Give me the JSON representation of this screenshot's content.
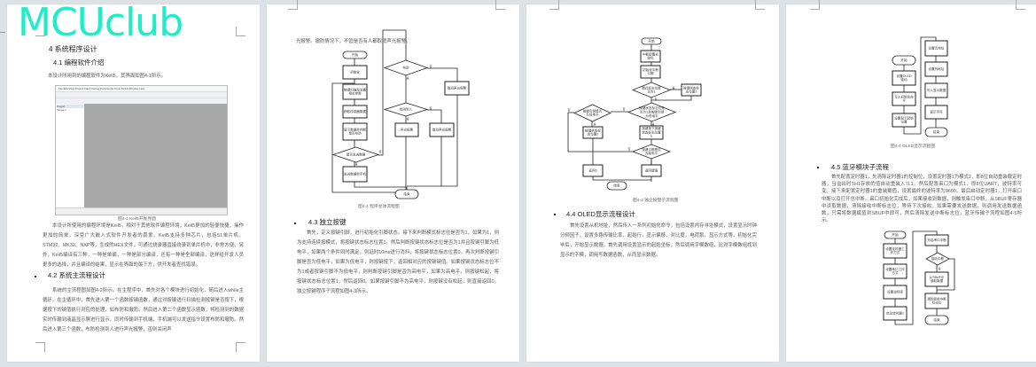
{
  "watermark": "MCUclub",
  "page1": {
    "heading": "4 系统程序设计",
    "sub_heading": "4.1 编程软件介绍",
    "intro": "本设计所用到的编程软件为Keil5，其界面如图4-1所示。",
    "keil_menu": "File  Edit  View  Project  Flash  Debug  Peripherals  Tools  SVCS  Window  Help",
    "keil_project": "Project",
    "keil_target": "Target 1",
    "caption": "图4-1 Keil5开发界面",
    "para1": "本设计所使用的编程环境是Keil5，相对于其他软件编程环境，Keil5更加的轻便快捷，操作更加的简单，深受广大嵌入式软件开发者的喜爱。Keil5支持多种芯片，包括51单片机、STM32、MK32、NXP等，生成的HEX文件，可通过烧录器直接烧录到单片机中，非常方便。另外，Keil5编译有三种，一种是单编，一种是部分编译，还有一种是全部编译，这样给开发人员更多的选择，并且编译的结果，显示在界面的最下方，供开发者查找错误。",
    "heading_42": "4.2 系统主流程设计",
    "para2": "系统的主流程图如图4-2所示。在主程序中，首先对各个模块进行初始化，随后进入while主循环，在主循环中，首先进入第一个函数按键函数，通过对按键进行扫描检测按键是否按下，根据按下的键值执行对应的处理，如布防和撤防。然后进入第二个函数显示函数，将检测到的数据实时传输到液晶显示屏进行显示，同时传输到手机端，手机端可以发送指令设置布防和撤防。然后进入第三个函数，布防检测到人进行声光报警，否则关闭声"
  },
  "page2": {
    "top_line": "光报警。撤防情况下，不管是否有人都取消声光报警。",
    "flow": {
      "start": "开始",
      "init": "初始化",
      "scan": "按键扫描及设置相关参数",
      "sensor": "获取传感器数据",
      "display": "显示数据并判断是否布防",
      "d_send": "是否发送数据",
      "send": "发送数据到手机",
      "end": "结束",
      "d_arm": "布防",
      "cancel1": "取消声光报警",
      "d_person": "检测到人",
      "alarm": "声光报警",
      "cancel2": "取消声光报警",
      "yes": "是",
      "no": "否"
    },
    "caption": "图4-2 程序总体流程图",
    "heading_43": "4.3 独立按键",
    "para": "首先，定义按键引脚，进行初始化引脚状态。接下来判断模式标志位是否为1，如果为1，则为支持连续按模式，将按键状态标志位置1。然后判断按键状态标志位是否为1并且按键引脚为低电平，如果两个条件同时满足，则延时10ms进行消抖，将按键状态标志位置0。再次判断按键引脚是否为低电平，如果为低电平，则按键按下，返回相对应的按键键值。如果按键状态标志位不为1或者按键引脚不为低电平，则判断按键引脚是否为高电平，如果为高电平，则按键松起，将按键状态标志位置1，然后返回0。如果按键引脚不为高电平，则按键没有松起，则直接返回0。独立按键程序子流程如图4-3所示。"
  },
  "page3": {
    "flow": {
      "start": "开始",
      "init1": "中断配置初始化",
      "init2": "初始化中断引脚",
      "d_mode": "模式标志位是否为1",
      "set_flag": "按键状态标志位置1",
      "d_both": "按键状态标志位是否为1且按键引脚为低电平",
      "d_low": "按键引脚是否为低电平",
      "flag1": "按键状态标志位置1",
      "pressed": "按键按下按键状态标志位置0",
      "d_high": "按键引脚是否为高电平",
      "ret0": "返回0",
      "retkey": "返回键值",
      "end": "结束",
      "yes": "是",
      "no": "否"
    },
    "caption": "图4-3 独立按键子流程图",
    "heading_44": "4.4 OLED显示流程设计",
    "para": "首先设置从机地址，然后传入一系列初始化命令，包括设置内存寻址模式，设置显示时钟分频因子，设置多路传输比率，起始行，显示偏移，对比度，电荷泵，显示方式等。初始化完毕后，开始显示数据，首先调用设置显示的起始坐标，然后调用字模数组，比对字模数组找到显示的字模，调用写数据函数，从而显示数据。"
  },
  "page4": {
    "flow1": {
      "start": "开始",
      "n1": "设置OLED驱动",
      "n2": "写入初始化命令",
      "n3": "设置显示起始位置",
      "n4": "设置页地址",
      "n5": "设置列地址",
      "n6": "写入显示数据",
      "n7": "显示字符",
      "end": "结束"
    },
    "caption": "图4-4 OLED显示流程图",
    "heading_45": "4.5 蓝牙模块子流程",
    "para": "首先配置定时器1，先清除定时器1的控制位，设置定时器1为模式2，即8位自动重装载定时器，当溢出时TH1存放的值自动重装入TL1。然后配置串口为模式1，即8位UART，波特率可变。接下来配置定时器1的重装载值，设置最终的波特率为9600。最后启动定时器1，打开串口中断以及打开总中断。串口初始化完成后，如果接收到数据，则触发串口中断，从SBUF寄存器中读取数据，清除接收中断标志位，等待下次接收。如果需要发送数据，则调用发送数据函数，只需将数据赋值到SBUF中即可，然后清除发送中断标志位，蓝牙传输子流程如图4-5所示。",
    "flow2": {
      "start": "开始",
      "n1": "设置定时器工作方式",
      "n2": "设置串口工作方式",
      "n3": "设置波特率",
      "n4": "启动定时器1",
      "n5": "开启串口中断",
      "d1": "接收中断",
      "n6": "从SBUF中读取数据",
      "n7": "清除接收中断标志位",
      "end": "结束",
      "yes": "是"
    }
  }
}
